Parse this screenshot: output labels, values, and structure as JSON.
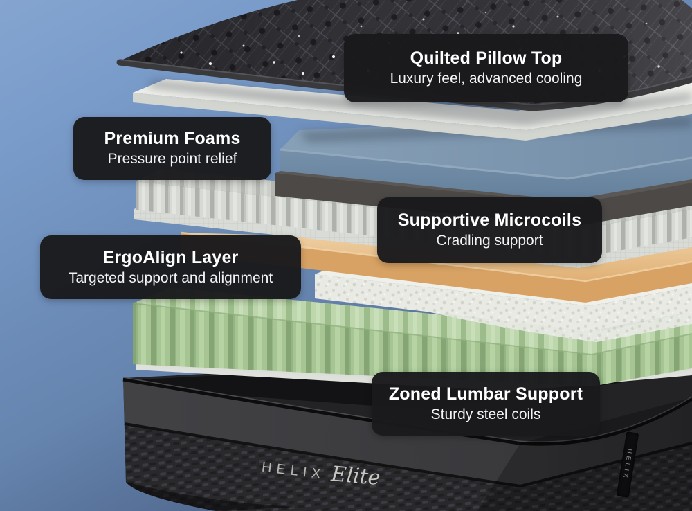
{
  "scene": {
    "description": "Exploded cutaway diagram of a Helix Elite mattress showing internal layers with labeled callouts",
    "background": {
      "top_color": "#7a9cca",
      "bottom_color": "#3a4c6c"
    },
    "callout_bg": "#1a1a1c",
    "callout_text_color": "#ffffff"
  },
  "brand": {
    "wordmark": "HELIX",
    "script": "Elite",
    "side_tag": "HELIX"
  },
  "callouts": [
    {
      "id": "quilted-pillow-top",
      "title": "Quilted Pillow Top",
      "subtitle": "Luxury feel, advanced cooling"
    },
    {
      "id": "premium-foams",
      "title": "Premium Foams",
      "subtitle": "Pressure point relief"
    },
    {
      "id": "supportive-microcoils",
      "title": "Supportive Microcoils",
      "subtitle": "Cradling support"
    },
    {
      "id": "ergoalign-layer",
      "title": "ErgoAlign Layer",
      "subtitle": "Targeted support and alignment"
    },
    {
      "id": "zoned-lumbar-support",
      "title": "Zoned Lumbar Support",
      "subtitle": "Sturdy steel coils"
    }
  ],
  "layers": [
    {
      "name": "quilted-pillow-top",
      "color": "#323237"
    },
    {
      "name": "cooling-sheet",
      "color": "#edeee9"
    },
    {
      "name": "blue-comfort-foam",
      "color": "#7b95af"
    },
    {
      "name": "dark-transition-foam",
      "color": "#4c4947"
    },
    {
      "name": "microcoil-layer",
      "color": "#d7d9d4"
    },
    {
      "name": "support-sheet",
      "color": "#f0f2ec"
    },
    {
      "name": "ergoalign-tan-foam",
      "color": "#eac593"
    },
    {
      "name": "quilted-fabric-layer",
      "color": "#e9eae4"
    },
    {
      "name": "zoned-green-coils",
      "color": "#a6c593"
    },
    {
      "name": "base-sheet",
      "color": "#f4f5f2"
    },
    {
      "name": "foundation-base",
      "color": "#29292c"
    }
  ]
}
